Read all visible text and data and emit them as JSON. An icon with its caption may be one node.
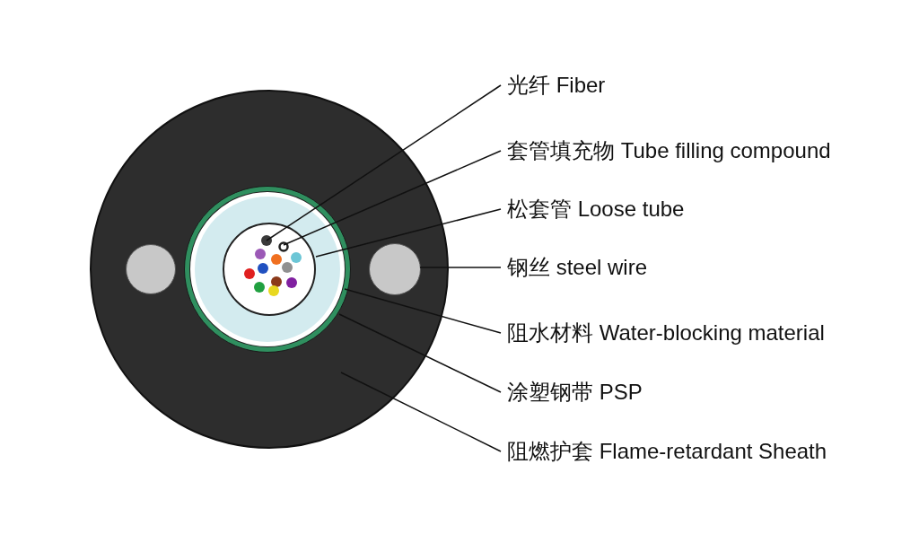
{
  "diagram": {
    "nodes": [
      {
        "text": [
          "光纤 Fiber"
        ]
      },
      {
        "text": [
          "套管填充物 Tube filling compound"
        ]
      },
      {
        "text": [
          "松套管 Loose tube"
        ]
      },
      {
        "text": [
          "钢丝 steel wire"
        ]
      },
      {
        "text": [
          "阻水材料 Water-blocking material"
        ]
      },
      {
        "text": [
          "涂塑钢带 PSP"
        ]
      },
      {
        "text": [
          "阻燃护套 Flame-retardant Sheath"
        ]
      },
      {
        "text": [],
        "shape": "circle"
      },
      {
        "text": [],
        "shape": "circle",
        "in": 7
      },
      {
        "text": [],
        "shape": "circle",
        "in": 7
      },
      {
        "text": [],
        "shape": "circle",
        "in": 7
      },
      {
        "text": [],
        "shape": "circle",
        "in": 10
      },
      {
        "text": [],
        "shape": "circle",
        "in": 11
      },
      {
        "text": [],
        "shape": "circle",
        "in": 12
      },
      {
        "text": [],
        "shape": "circle",
        "in": 13
      }
    ],
    "edges": [
      {
        "from": 0,
        "to": 14,
        "arrow": "none"
      },
      {
        "from": 1,
        "to": 13,
        "arrow": "none"
      },
      {
        "from": 2,
        "to": 12,
        "arrow": "none"
      },
      {
        "from": 3,
        "to": 9,
        "arrow": "none"
      },
      {
        "from": 4,
        "to": 11,
        "arrow": "none"
      },
      {
        "from": 5,
        "to": 10,
        "arrow": "none"
      },
      {
        "from": 6,
        "to": 7,
        "arrow": "none"
      }
    ]
  }
}
